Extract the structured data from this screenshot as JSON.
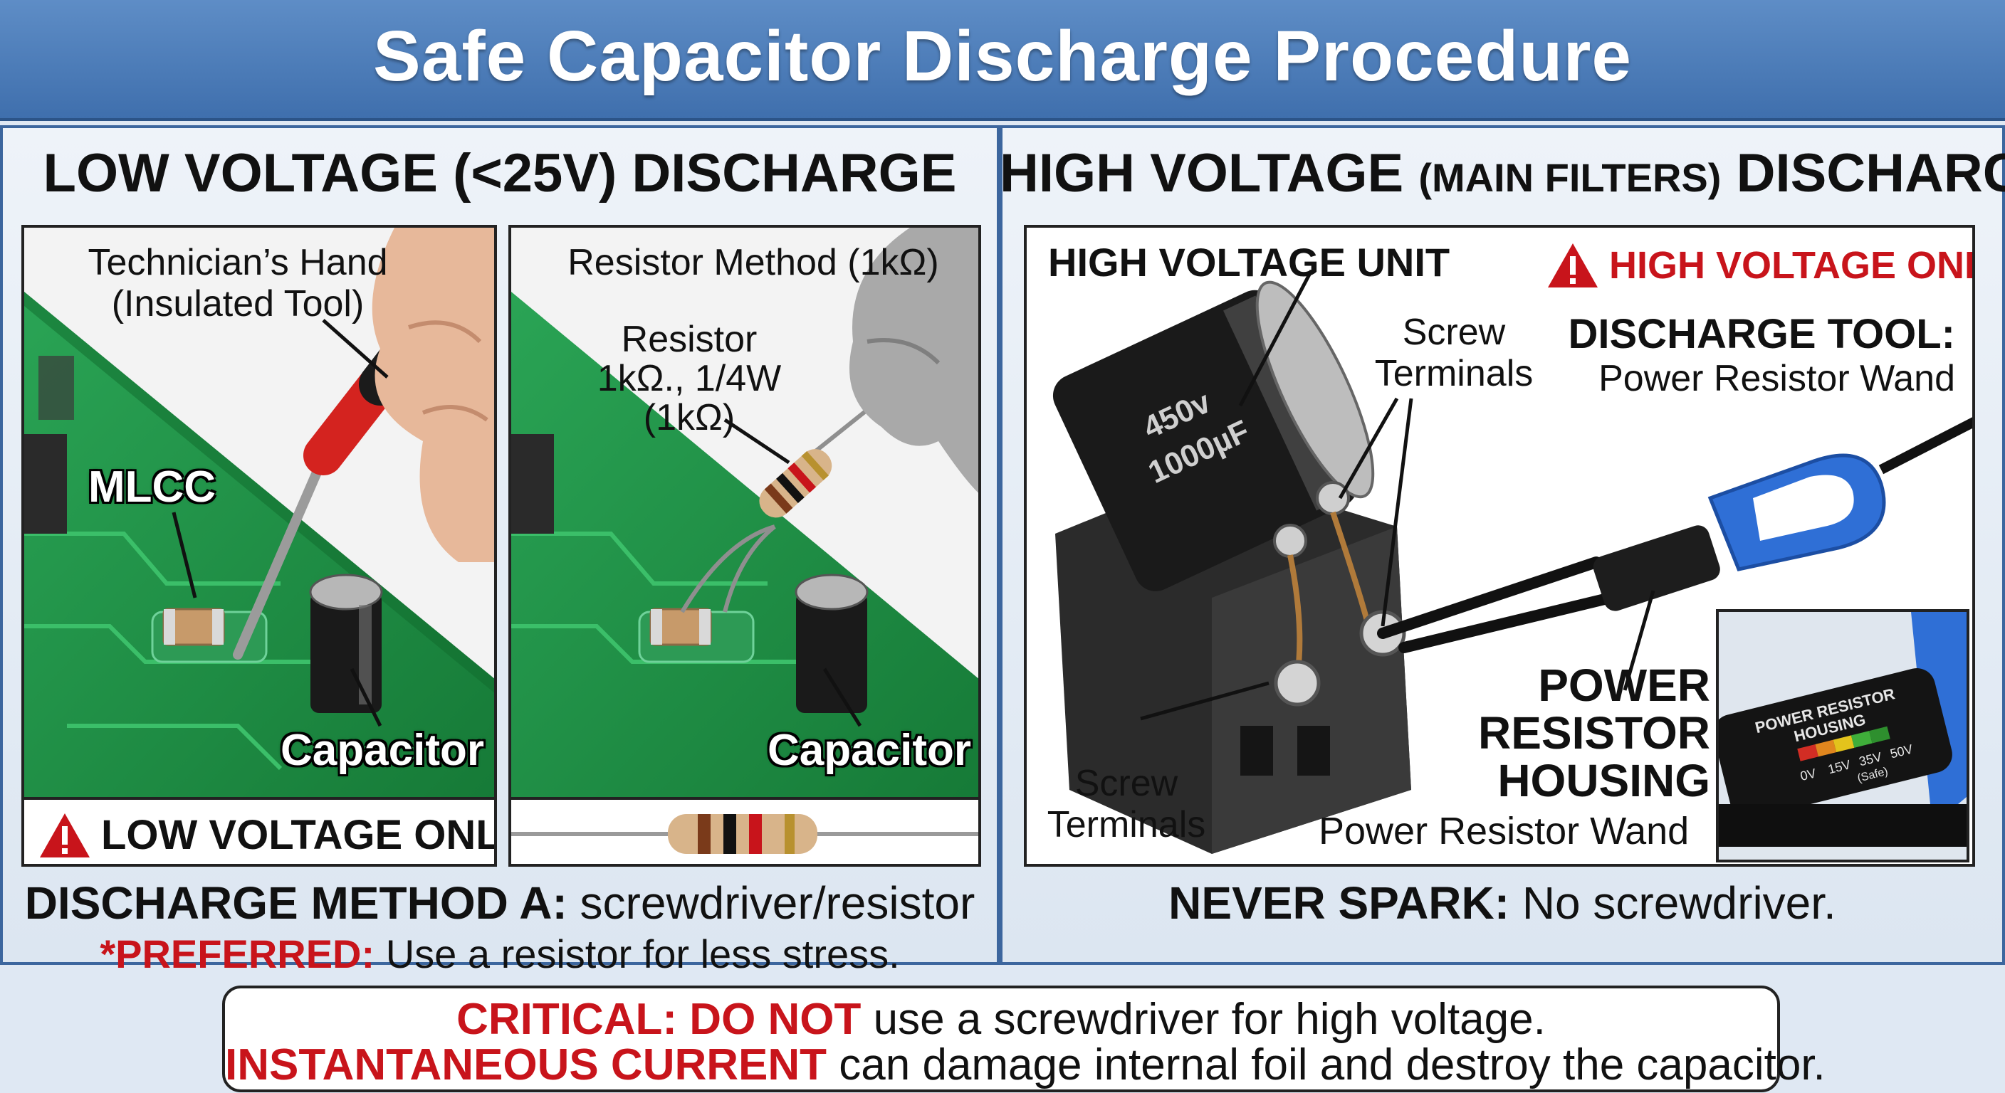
{
  "title": "Safe Capacitor Discharge Procedure",
  "low_voltage": {
    "heading": "LOW VOLTAGE (<25V) DISCHARGE",
    "screwdriver_panel": {
      "hand_label_line1": "Technician’s Hand",
      "hand_label_line2": "(Insulated Tool)",
      "mlcc_label": "MLCC",
      "capacitor_label": "Capacitor",
      "warning": "LOW VOLTAGE ONLY"
    },
    "resistor_panel": {
      "method_label": "Resistor Method (1kΩ)",
      "resistor_line1": "Resistor",
      "resistor_line2": "1kΩ., 1/4W",
      "resistor_line3": "(1kΩ)",
      "capacitor_label": "Capacitor"
    },
    "method_caption_bold": "DISCHARGE METHOD A:",
    "method_caption_rest": " screwdriver/resistor",
    "preferred_bold": "*PREFERRED:",
    "preferred_rest": " Use a resistor for less stress."
  },
  "high_voltage": {
    "heading_a": "HIGH VOLTAGE",
    "heading_b": "(MAIN FILTERS)",
    "heading_c": "DISCHARGE",
    "unit_label": "HIGH VOLTAGE UNIT",
    "warning": "HIGH VOLTAGE ONLY",
    "screw_top_line1": "Screw",
    "screw_top_line2": "Terminals",
    "screw_bottom_line1": "Screw",
    "screw_bottom_line2": "Terminals",
    "tool_label_bold": "DISCHARGE TOOL:",
    "tool_label_rest": "Power Resistor Wand",
    "housing_line1": "POWER",
    "housing_line2": "RESISTOR",
    "housing_line3": "HOUSING",
    "wand_label": "Power Resistor Wand",
    "cap_print_a": "450v",
    "cap_print_b": "1000µF",
    "inset_title_line1": "POWER RESISTOR",
    "inset_title_line2": "HOUSING",
    "inset_ticks": [
      "0V",
      "15V",
      "35V",
      "50V"
    ],
    "inset_safe": "(Safe)",
    "never_bold": "NEVER SPARK:",
    "never_rest": " No screwdriver."
  },
  "critical": {
    "line1_red": "CRITICAL: DO NOT",
    "line1_rest": " use a screwdriver for high voltage.",
    "line2_red": "INSTANTANEOUS CURRENT",
    "line2_rest": " can damage internal foil and destroy the capacitor."
  },
  "colors": {
    "title_bar": "#4a7bb8",
    "pcb_green": "#1f8f45",
    "warning_red": "#c8141b",
    "wand_blue": "#2f6fd6"
  }
}
